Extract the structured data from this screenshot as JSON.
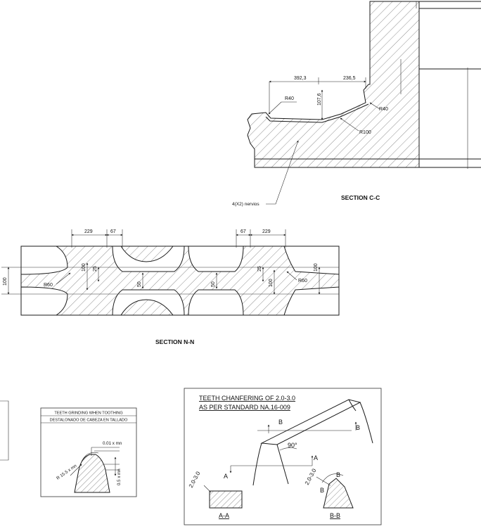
{
  "section_cc": {
    "title": "SECTION C-C",
    "dim_392": "392,3",
    "dim_236": "236,5",
    "dim_107": "107,6",
    "r40_left": "R40",
    "r40_right": "R40",
    "r100": "R100",
    "ribs_note": "4(X2) nervios"
  },
  "section_nn": {
    "title": "SECTION N-N",
    "dim_229_left": "229",
    "dim_67_left": "67",
    "dim_67_right": "67",
    "dim_229_right": "229",
    "dim_100_outer": "100",
    "dim_100_left": "100",
    "dim_25_left": "25",
    "dim_50_left": "50",
    "dim_50_right": "50",
    "dim_25_right": "25",
    "dim_100_right_inner": "100",
    "dim_100_right": "100",
    "r60_left": "R60",
    "r60_right": "R60"
  },
  "grinding_detail": {
    "title_line1": "TEETH GRINDING WHEN TOOTHING",
    "title_line2": "DESTALONADO DE CABEZA EN TALLADO",
    "dim_001": "0.01 x mn",
    "radius": "R 15.5 x mn",
    "dim_05": "0.5 x mn"
  },
  "chamfer_detail": {
    "title_line1": "TEETH CHANFERING OF 2.0-3.0",
    "title_line2": "AS PER STANDARD NA.16-009",
    "angle": "90°",
    "label_b_top": "B",
    "label_b_right": "B",
    "label_a_right": "A",
    "label_a_left": "A",
    "chamfer_aa": "2.0-3.0",
    "chamfer_bb": "2.0-3.0",
    "label_b_small1": "B",
    "label_b_small2": "B",
    "section_aa": "A-A",
    "section_bb": "B-B"
  }
}
